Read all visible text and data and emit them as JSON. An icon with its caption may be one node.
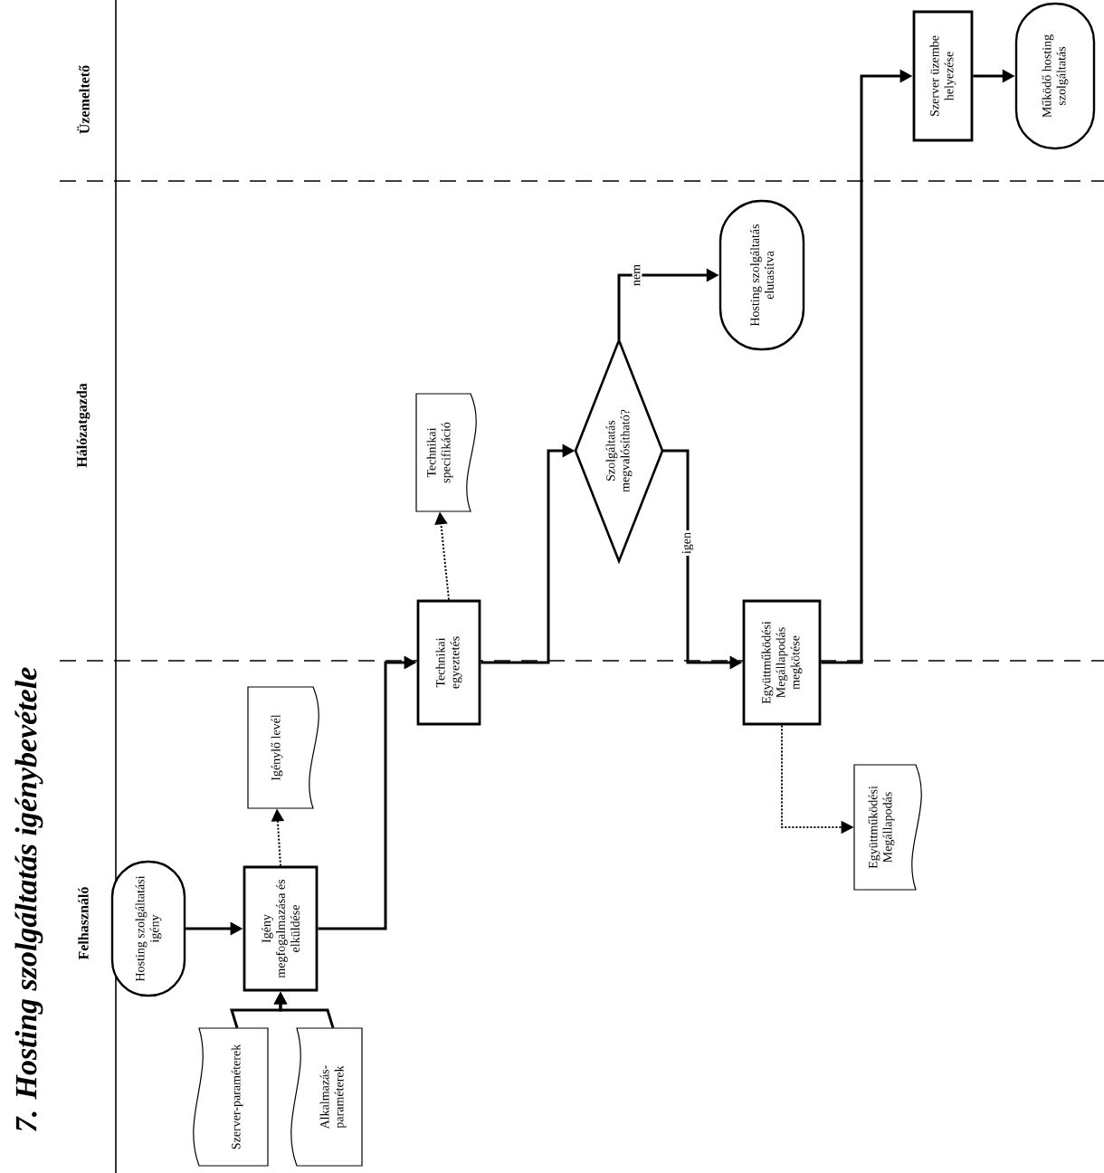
{
  "diagram": {
    "title": "7. Hosting szolgáltatás igénybevétele",
    "nodes": [
      {
        "text": [
          "Hosting szolgáltatási igény"
        ]
      },
      {
        "text": [
          "Igény megfogalmazása és elküldése"
        ]
      },
      {
        "text": [
          "Igénylő levél"
        ]
      },
      {
        "text": [
          "Szerver-paraméterek"
        ]
      },
      {
        "text": [
          "Alkalmazás-paraméterek"
        ]
      },
      {
        "text": [
          "Technikai egyeztetés"
        ]
      },
      {
        "text": [
          "Technikai specifikáció"
        ]
      },
      {
        "text": [
          "Szolgáltatás megvalósítható?"
        ]
      },
      {
        "text": [
          "Hosting szolgáltatás elutasítva"
        ]
      },
      {
        "text": [
          "Együttműködési Megállapodás megkötése"
        ]
      },
      {
        "text": [
          "Együttműködési Megállapodás"
        ]
      },
      {
        "text": [
          "Szerver üzembe helyezése"
        ]
      },
      {
        "text": [
          "Működő hosting szolgáltatás"
        ]
      }
    ],
    "edges": [
      {
        "from": 0,
        "to": 1,
        "arrow": "to"
      },
      {
        "from": 3,
        "to": 1,
        "arrow": "to"
      },
      {
        "from": 4,
        "to": 1,
        "arrow": "to"
      },
      {
        "from": 1,
        "to": 2,
        "arrow": "to",
        "style": "dashed"
      },
      {
        "from": 1,
        "to": 5,
        "arrow": "to"
      },
      {
        "from": 5,
        "to": 6,
        "arrow": "to",
        "style": "dashed"
      },
      {
        "from": 5,
        "to": 7,
        "arrow": "to"
      },
      {
        "from": 7,
        "to": 8,
        "arrow": "to",
        "label": "nem"
      },
      {
        "from": 7,
        "to": 9,
        "arrow": "to",
        "label": "igen"
      },
      {
        "from": 9,
        "to": 10,
        "arrow": "to",
        "style": "dashed"
      },
      {
        "from": 9,
        "to": 11,
        "arrow": "to"
      },
      {
        "from": 11,
        "to": 12,
        "arrow": "to"
      }
    ],
    "labels": [
      "Felhasználó",
      "Hálózatgazda",
      "Üzemeltető"
    ]
  }
}
